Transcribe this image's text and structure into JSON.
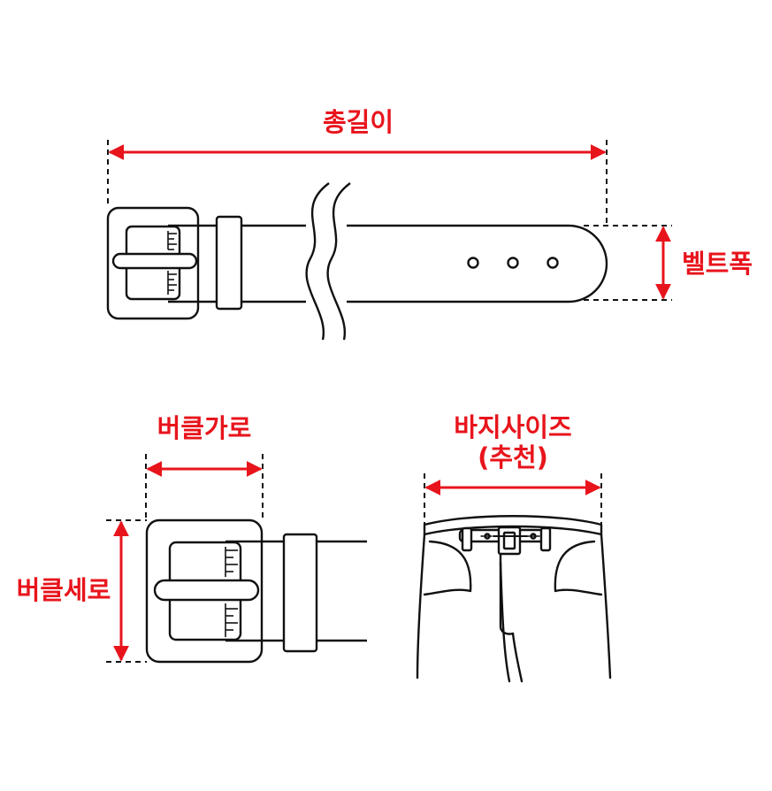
{
  "labels": {
    "total_length": "총길이",
    "belt_width": "벨트폭",
    "buckle_width": "버클가로",
    "buckle_height": "버클세로",
    "pants_size": "바지사이즈",
    "pants_size_note": "(추천)"
  },
  "colors": {
    "accent": "#e8141c",
    "line": "#111111",
    "background": "#ffffff"
  }
}
